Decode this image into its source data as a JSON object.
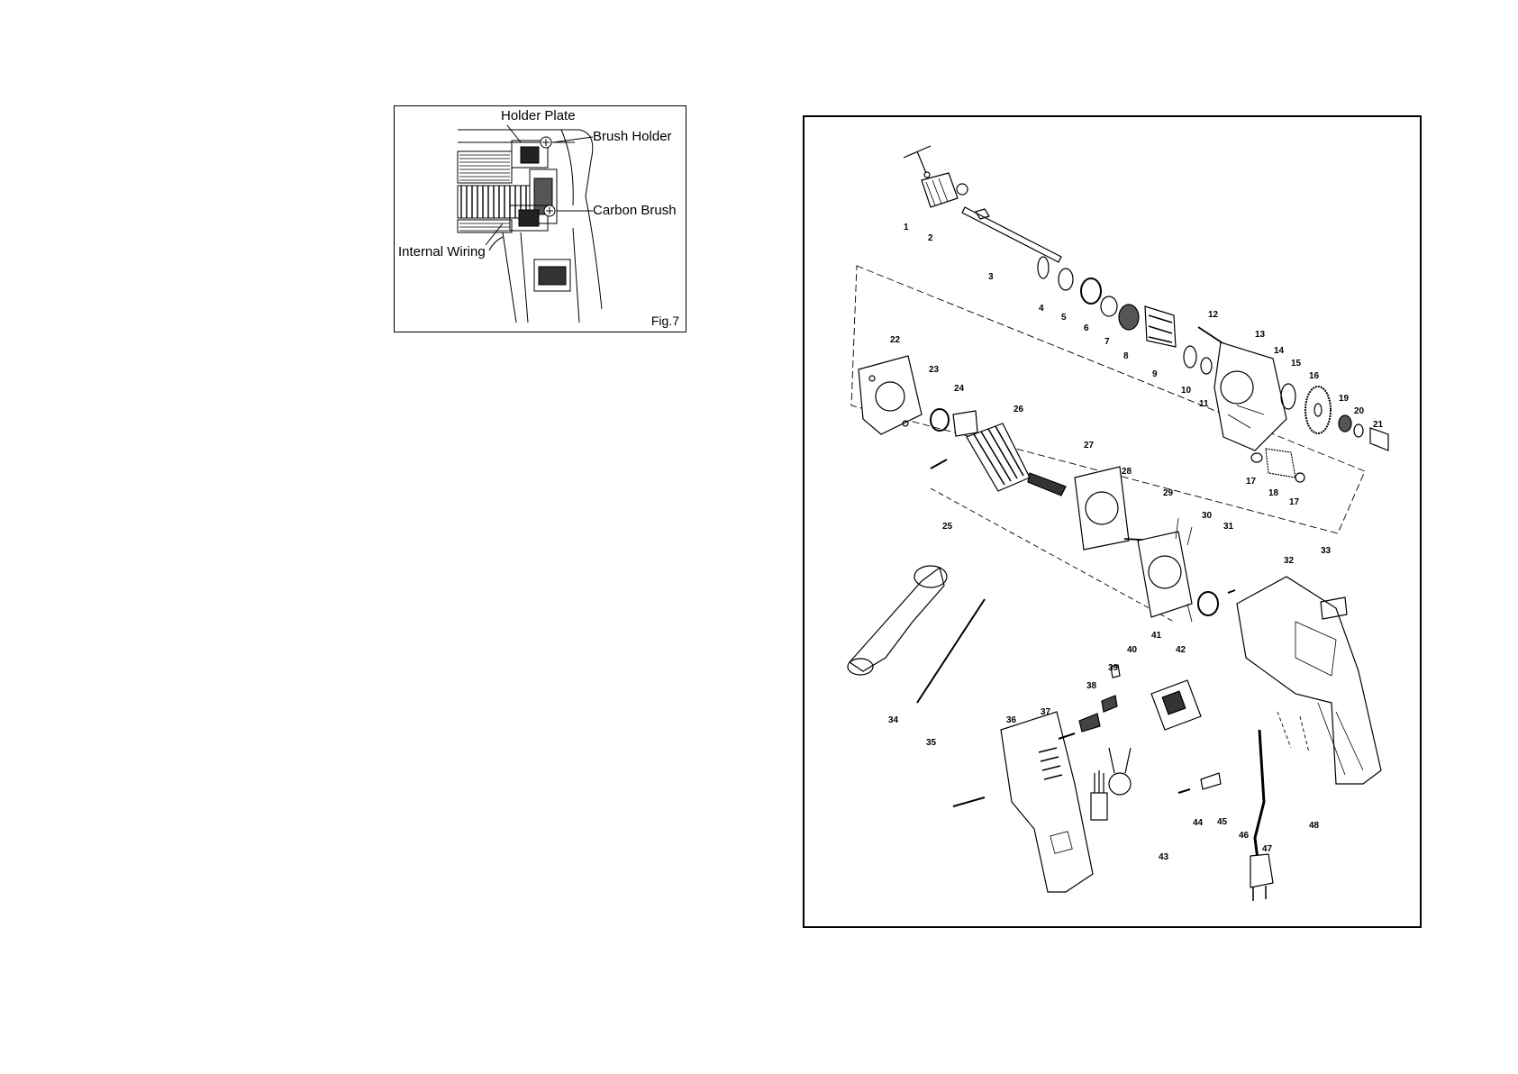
{
  "fig7": {
    "label": "Fig.7",
    "callouts": {
      "holder_plate": "Holder Plate",
      "brush_holder": "Brush Holder",
      "carbon_brush": "Carbon Brush",
      "internal_wiring": "Internal Wiring"
    }
  },
  "exploded_view": {
    "part_numbers": [
      "1",
      "2",
      "3",
      "4",
      "5",
      "6",
      "7",
      "8",
      "9",
      "10",
      "11",
      "12",
      "13",
      "14",
      "15",
      "16",
      "17",
      "17",
      "18",
      "19",
      "20",
      "21",
      "22",
      "23",
      "24",
      "25",
      "26",
      "27",
      "28",
      "29",
      "30",
      "31",
      "32",
      "33",
      "34",
      "35",
      "36",
      "37",
      "38",
      "39",
      "40",
      "41",
      "42",
      "43",
      "44",
      "45",
      "46",
      "47",
      "48"
    ]
  }
}
